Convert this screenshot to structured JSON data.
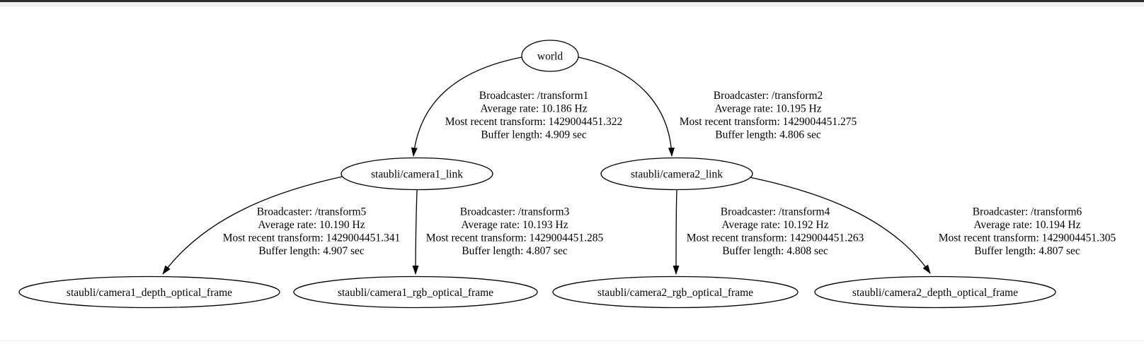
{
  "diagram": {
    "type": "ros-tf-frame-tree",
    "colors": {
      "background": "#ffffff",
      "node_fill": "#ffffff",
      "node_stroke": "#000000",
      "edge_stroke": "#000000",
      "text": "#000000",
      "window_top_bar": "#2e2e2e",
      "window_top_strip": "#f1f1f1"
    },
    "nodes": [
      {
        "id": "world",
        "label": "world"
      },
      {
        "id": "camera1_link",
        "label": "staubli/camera1_link"
      },
      {
        "id": "camera2_link",
        "label": "staubli/camera2_link"
      },
      {
        "id": "camera1_depth",
        "label": "staubli/camera1_depth_optical_frame"
      },
      {
        "id": "camera1_rgb",
        "label": "staubli/camera1_rgb_optical_frame"
      },
      {
        "id": "camera2_rgb",
        "label": "staubli/camera2_rgb_optical_frame"
      },
      {
        "id": "camera2_depth",
        "label": "staubli/camera2_depth_optical_frame"
      }
    ],
    "edges": [
      {
        "from": "world",
        "to": "staubli/camera1_link",
        "lines": [
          "Broadcaster: /transform1",
          "Average rate: 10.186 Hz",
          "Most recent transform: 1429004451.322",
          "Buffer length: 4.909 sec"
        ]
      },
      {
        "from": "world",
        "to": "staubli/camera2_link",
        "lines": [
          "Broadcaster: /transform2",
          "Average rate: 10.195 Hz",
          "Most recent transform: 1429004451.275",
          "Buffer length: 4.806 sec"
        ]
      },
      {
        "from": "staubli/camera1_link",
        "to": "staubli/camera1_depth_optical_frame",
        "lines": [
          "Broadcaster: /transform5",
          "Average rate: 10.190 Hz",
          "Most recent transform: 1429004451.341",
          "Buffer length: 4.907 sec"
        ]
      },
      {
        "from": "staubli/camera1_link",
        "to": "staubli/camera1_rgb_optical_frame",
        "lines": [
          "Broadcaster: /transform3",
          "Average rate: 10.193 Hz",
          "Most recent transform: 1429004451.285",
          "Buffer length: 4.807 sec"
        ]
      },
      {
        "from": "staubli/camera2_link",
        "to": "staubli/camera2_rgb_optical_frame",
        "lines": [
          "Broadcaster: /transform4",
          "Average rate: 10.192 Hz",
          "Most recent transform: 1429004451.263",
          "Buffer length: 4.808 sec"
        ]
      },
      {
        "from": "staubli/camera2_link",
        "to": "staubli/camera2_depth_optical_frame",
        "lines": [
          "Broadcaster: /transform6",
          "Average rate: 10.194 Hz",
          "Most recent transform: 1429004451.305",
          "Buffer length: 4.807 sec"
        ]
      }
    ]
  }
}
